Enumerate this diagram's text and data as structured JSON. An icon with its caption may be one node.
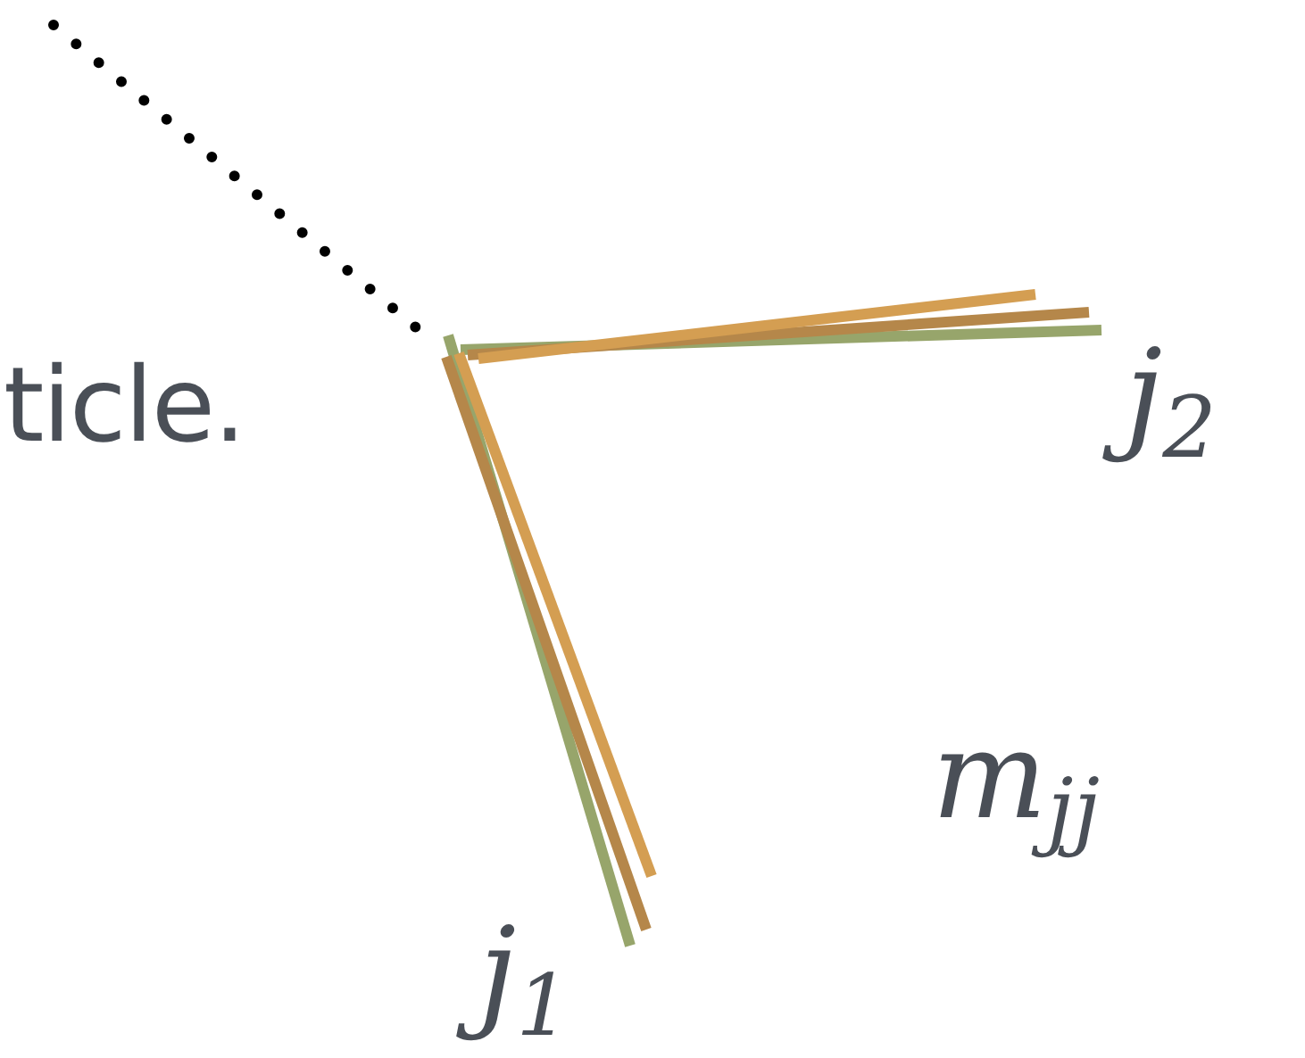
{
  "diagram": {
    "labels": [
      "ticle.",
      "j$_{2}$",
      "m$_{jj}$",
      "j$_{1}$"
    ]
  }
}
